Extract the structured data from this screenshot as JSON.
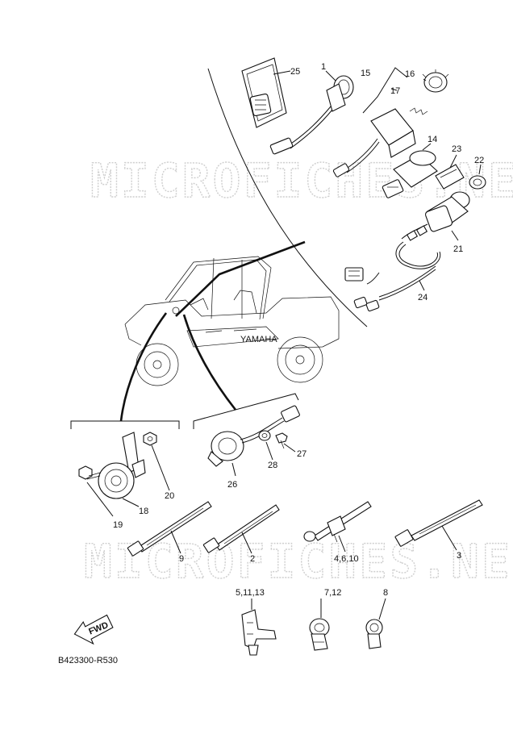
{
  "watermark": "MICROFICHES.NET",
  "diagram_code": "B423300-R530",
  "fwd_label": "FWD",
  "callouts": {
    "c1": "1",
    "c2": "2",
    "c3": "3",
    "c4": "4,6,10",
    "c5": "5,11,13",
    "c7": "7,12",
    "c8": "8",
    "c9": "9",
    "c14": "14",
    "c15": "15",
    "c16": "16",
    "c17": "17",
    "c18": "18",
    "c19": "19",
    "c20": "20",
    "c21": "21",
    "c22": "22",
    "c23": "23",
    "c24": "24",
    "c25": "25",
    "c26": "26",
    "c27": "27",
    "c28": "28"
  }
}
